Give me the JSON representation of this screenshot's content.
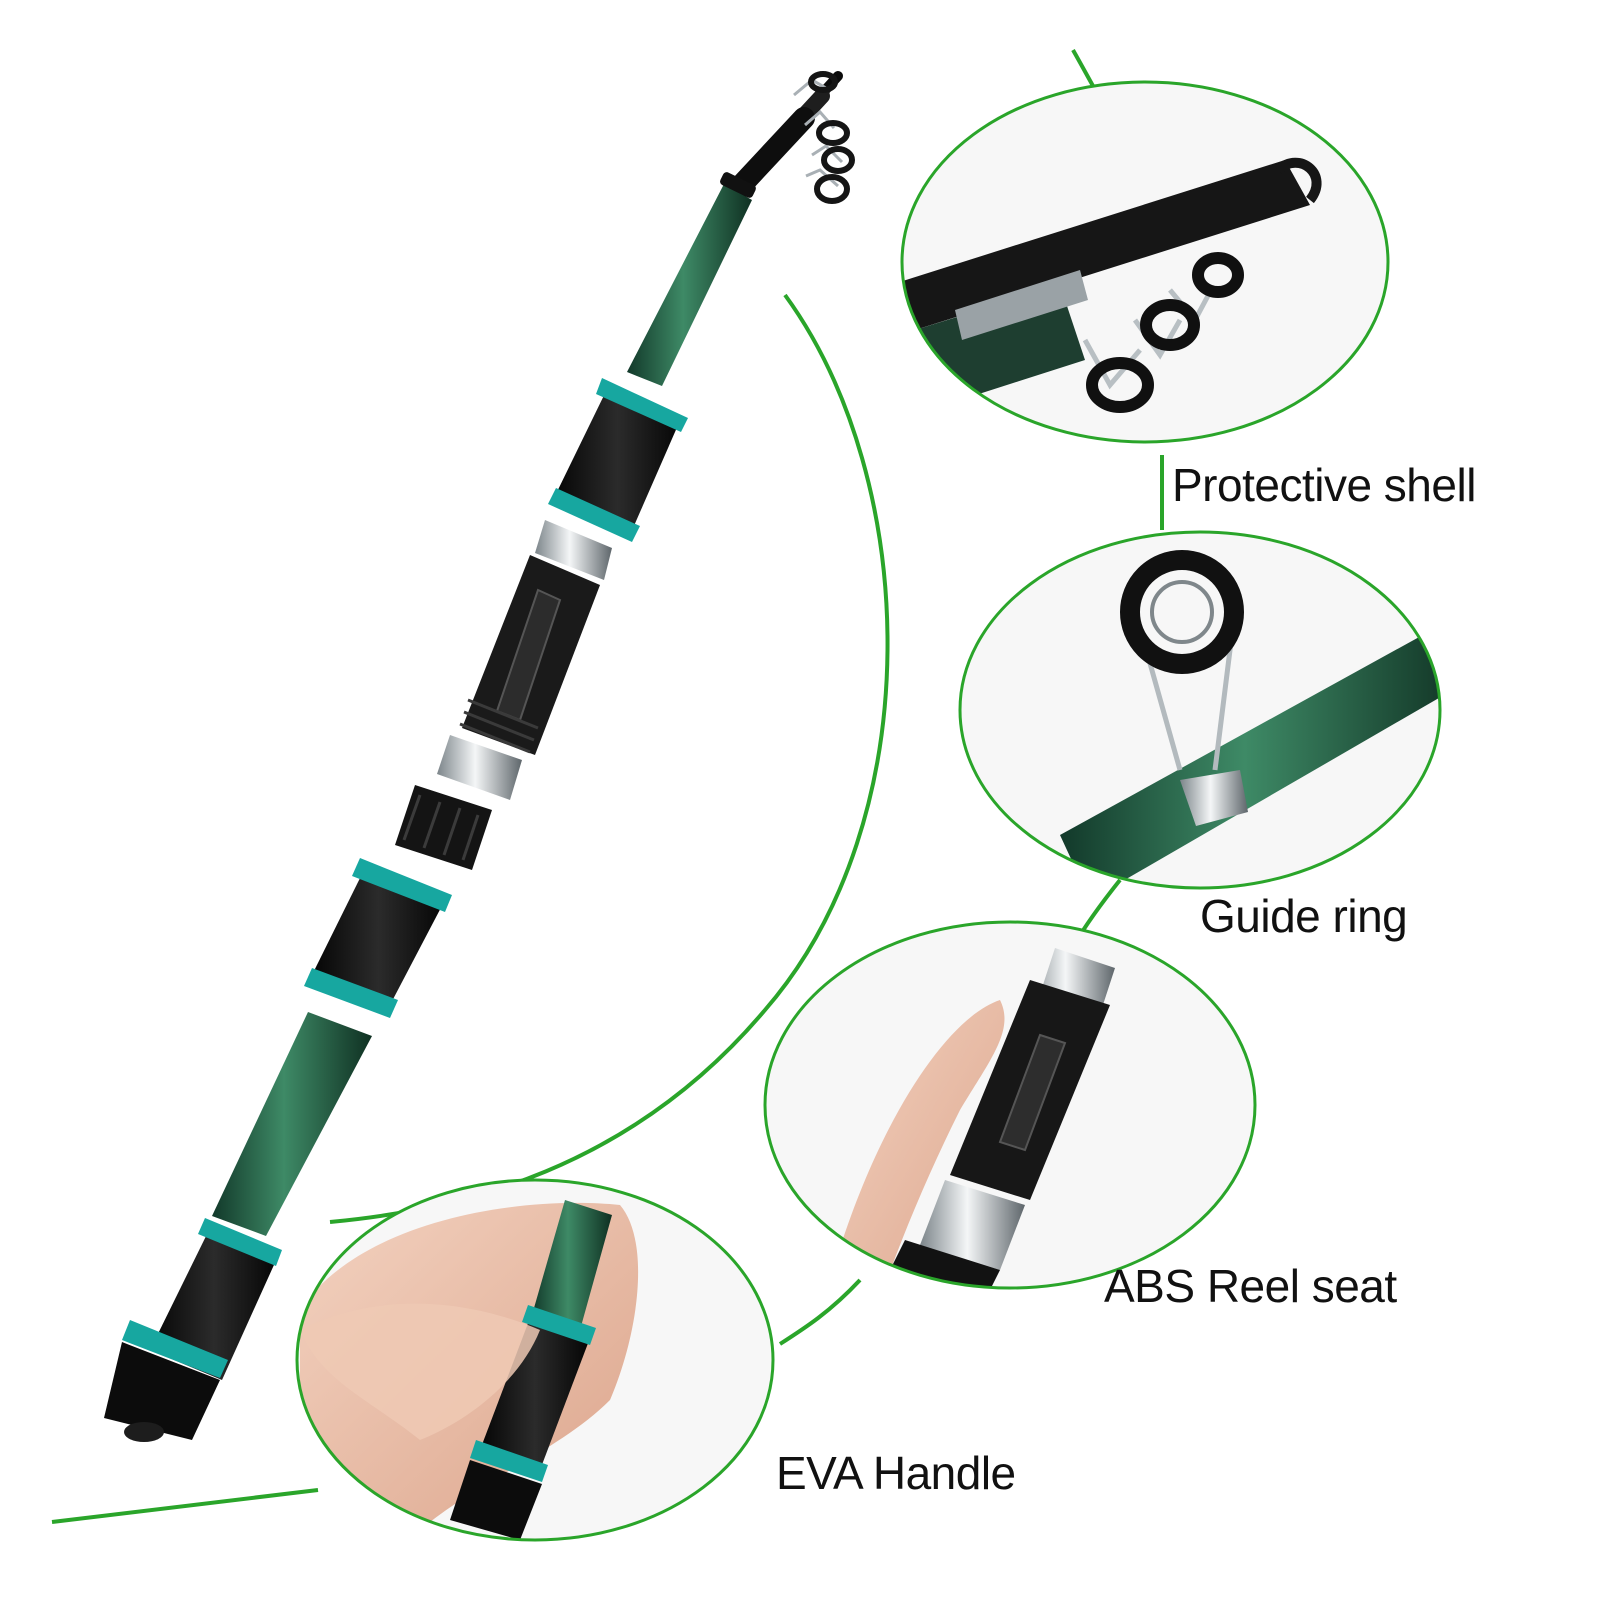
{
  "labels": {
    "protective_shell": "Protective shell",
    "guide_ring": "Guide ring",
    "abs_reel_seat": "ABS Reel seat",
    "eva_handle": "EVA Handle"
  },
  "colors": {
    "callout_line": "#2aa52a",
    "rod_green": "#1f5a3e",
    "grip_foam": "#161616",
    "accent_teal": "#17a7a0",
    "chrome": "#c9cfd3",
    "skin": "#eec6b1"
  },
  "icons": [
    "fishing-rod",
    "hand-holding-rod"
  ]
}
